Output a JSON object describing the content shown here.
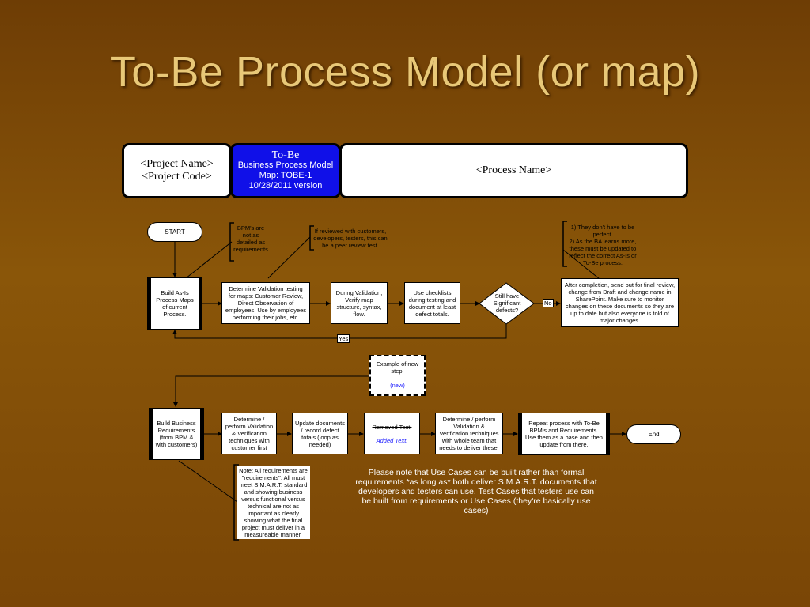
{
  "title": "To-Be Process Model (or map)",
  "header": {
    "project": [
      "<Project Name>",
      "<Project Code>"
    ],
    "tobe": {
      "title": "To-Be",
      "lines": [
        "Business Process Model",
        "Map:  TOBE-1",
        "10/28/2011 version"
      ]
    },
    "process_name": "<Process Name>"
  },
  "row1": {
    "start": "START",
    "build_asis": "Build As-Is Process Maps of current Process.",
    "determine_validation": "Determine Validation testing for maps: Customer Review, Direct Observation of employees. Use by employees performing their jobs, etc.",
    "during_validation": "During Validation, Verify map structure, syntax, flow.",
    "use_checklists": "Use checklists during testing and document at least defect totals.",
    "decision": "Still have Significant defects?",
    "after_completion": "After completion, send out for final review, change from Draft and change name in SharePoint.  Make sure to monitor changes on these documents so they are up to date but also everyone is told of major changes.",
    "no_label": "No",
    "yes_label": "Yes"
  },
  "notes": {
    "bpm_note": "BPM's are not as detailed as requirements",
    "reviewed_note": "If reviewed with customers, developers, testers, this can be a peer review test.",
    "dont_have": "1)  They don't have to be perfect.\n2)  As the BA learns more, these must be updated to reflect the correct As-Is or To-Be process.",
    "requirements_note": "Note:  All requirements are \"requirements\".  All must meet S.M.A.R.T. standard and showing business versus functional versus technical are not as important as clearly showing what the final project must deliver in a measureable manner.",
    "use_cases_note": "Please note that Use Cases can be built rather than formal requirements *as long as* both deliver S.M.A.R.T. documents that developers and testers can use.  Test Cases that testers use can be built from requirements or Use Cases (they're basically use cases)"
  },
  "new_step": {
    "text": "Example of new step.",
    "tag": "(new)"
  },
  "row2": {
    "build_requirements": "Build Business Requirements (from BPM & with customers)",
    "determine_verification": "Determine / perform Validation & Verification techniques with customer first",
    "update_documents": "Update documents / record defect totals (loop as needed)",
    "removed_text": "Removed Text.",
    "added_text": "Added Text.",
    "determine_whole_team": "Determine / perform Validation & Verification techniques with whole team that needs to deliver these.",
    "repeat_process": "Repeat process with To-Be BPM's and Requirements.  Use them as a base and then update from there.",
    "end": "End"
  }
}
